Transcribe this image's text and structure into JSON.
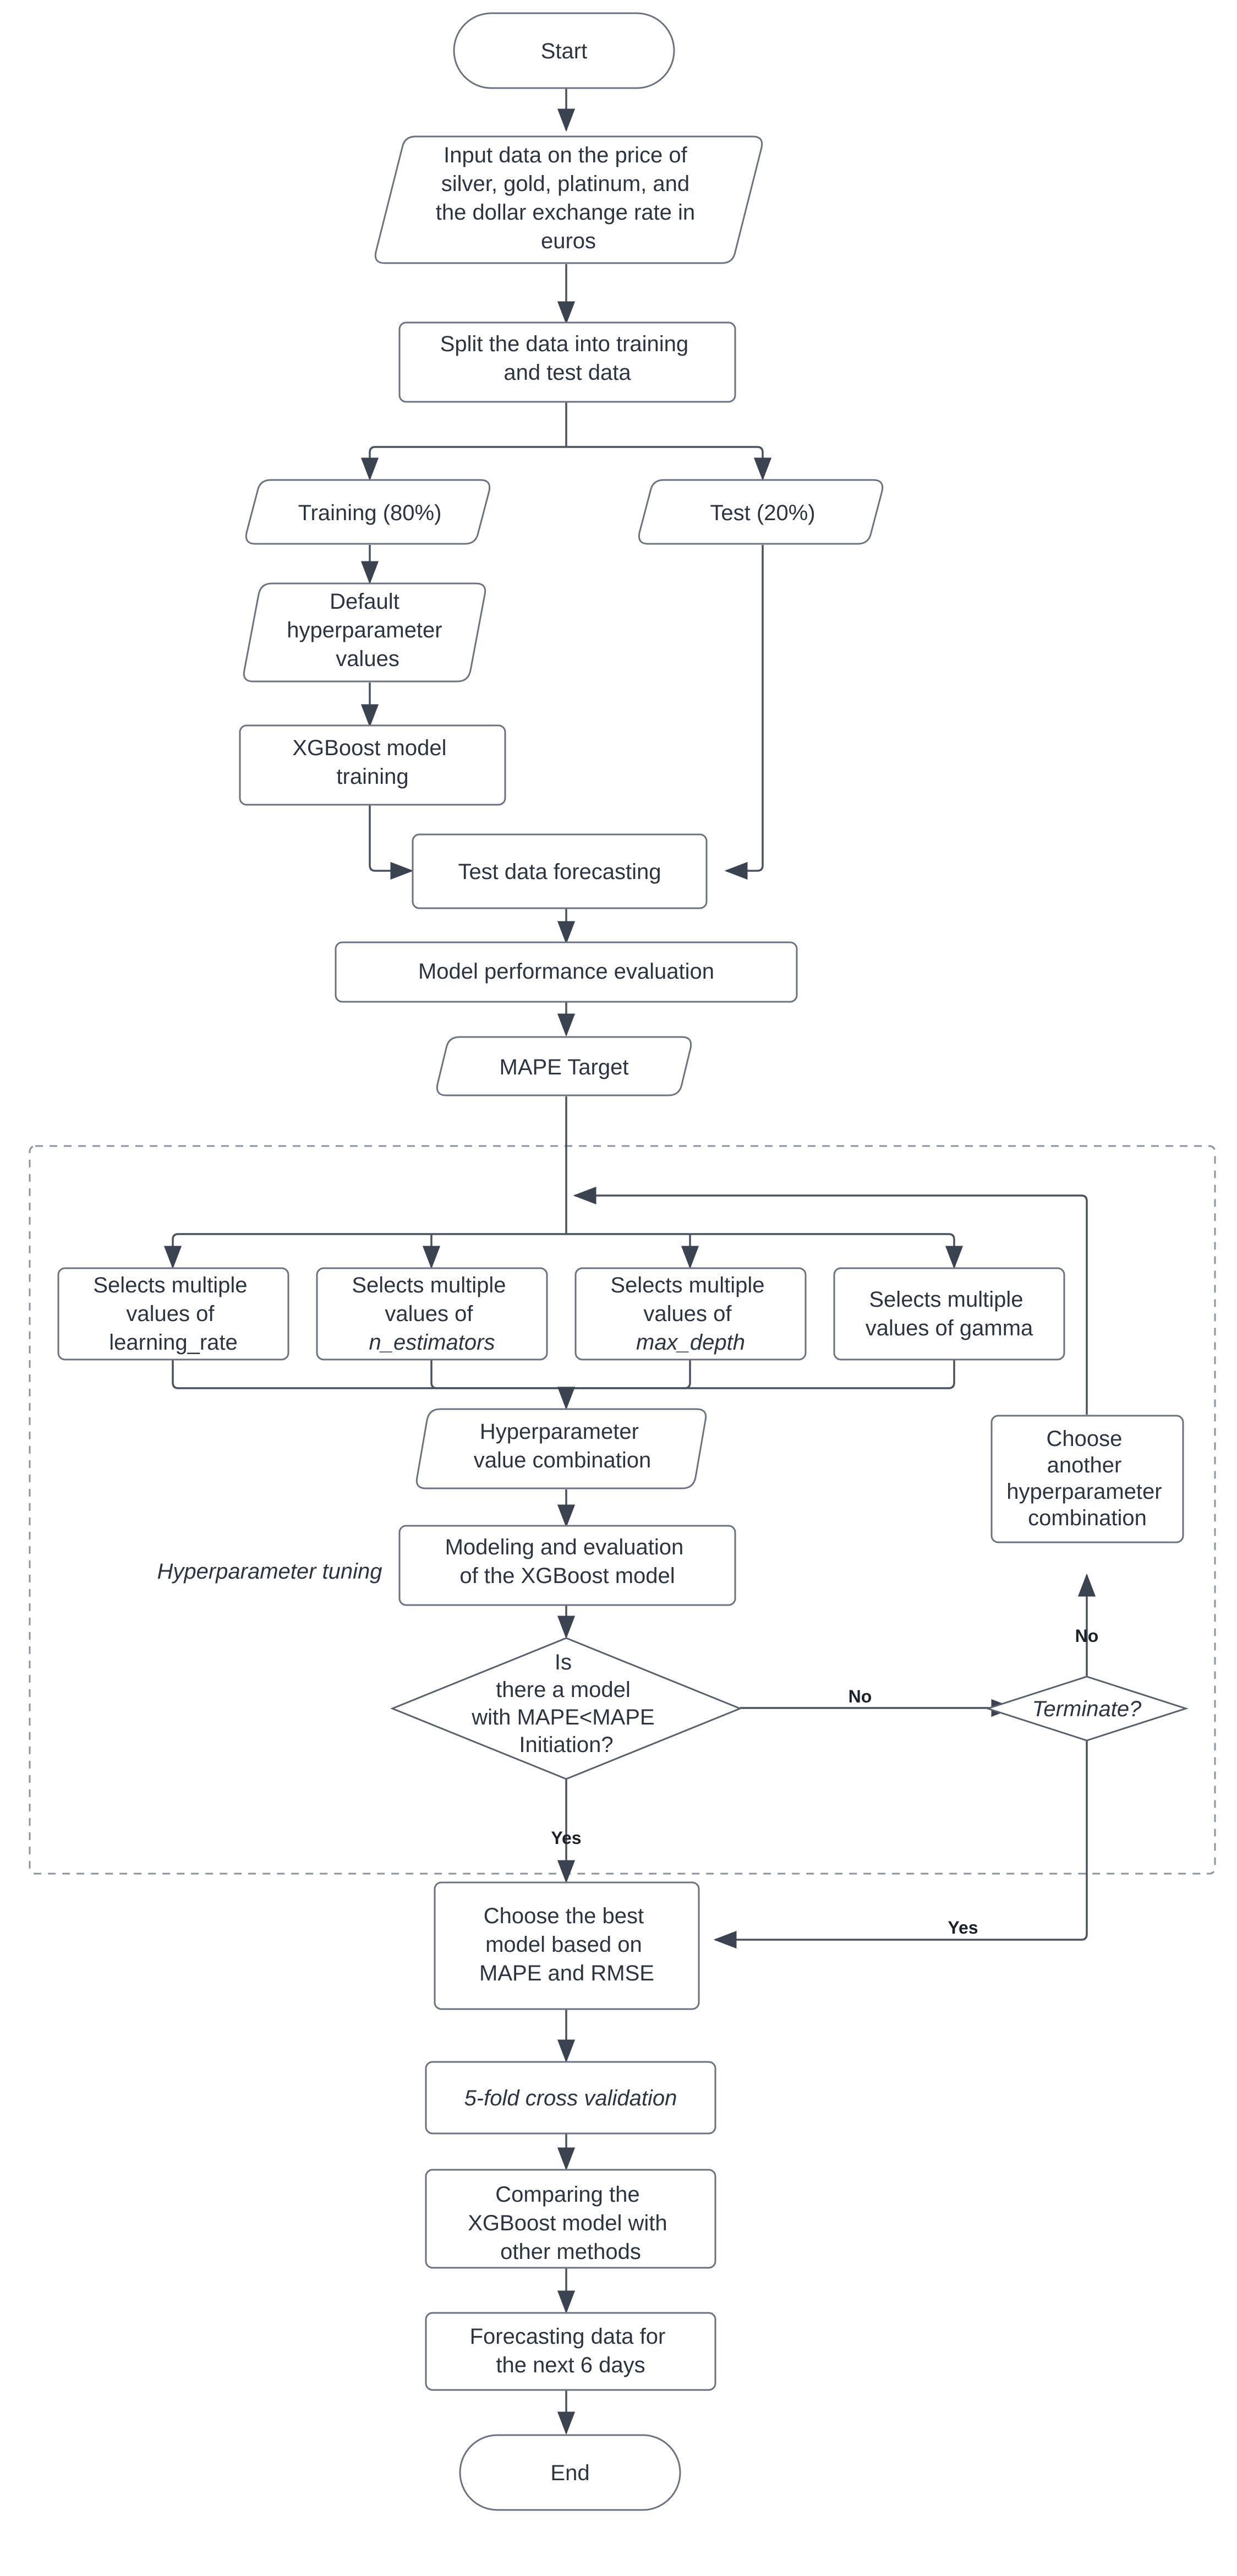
{
  "diagram": {
    "title": "XGBoost precious metal price forecasting flowchart",
    "colors": {
      "node_border": "#6b7280",
      "node_fill": "#ffffff",
      "text": "#2b3440",
      "edge": "#4a5260",
      "group_border": "#8b93a1"
    },
    "group": {
      "label": "Hyperparameter tuning"
    },
    "nodes": {
      "start": "Start",
      "input_data": "Input data on the price of silver, gold, platinum, and the dollar exchange rate in euros",
      "input_data_lines": [
        "Input data on the price of",
        "silver, gold, platinum, and",
        "the dollar exchange rate in",
        "euros"
      ],
      "split": "Split the data into training and test data",
      "split_lines": [
        "Split the data into training",
        "and test data"
      ],
      "training": "Training (80%)",
      "test": "Test (20%)",
      "default_hp": "Default hyperparameter values",
      "default_hp_lines": [
        "Default",
        "hyperparameter",
        "values"
      ],
      "xgb_training": "XGBoost model training",
      "xgb_training_lines": [
        "XGBoost model",
        "training"
      ],
      "test_forecast": "Test data forecasting",
      "model_eval": "Model performance evaluation",
      "mape_target": "MAPE Target",
      "select_lr_lines": [
        "Selects multiple",
        "values of",
        "learning_rate"
      ],
      "select_ne_lines": [
        "Selects multiple",
        "values of",
        "n_estimators"
      ],
      "select_md_lines": [
        "Selects multiple",
        "values of",
        "max_depth"
      ],
      "select_gamma_lines": [
        "Selects multiple",
        "values of gamma"
      ],
      "hp_combo_lines": [
        "Hyperparameter",
        "value combination"
      ],
      "modeling_eval_lines": [
        "Modeling and evaluation",
        "of the XGBoost model"
      ],
      "decision_mape_lines": [
        "Is",
        "there a model",
        "with MAPE<MAPE",
        "Initiation?"
      ],
      "terminate": "Terminate?",
      "choose_another_lines": [
        "Choose",
        "another",
        "hyperparameter",
        "combination"
      ],
      "choose_best_lines": [
        "Choose the best",
        "model based on",
        "MAPE and RMSE"
      ],
      "cross_validation": "5-fold cross validation",
      "compare_lines": [
        "Comparing the",
        "XGBoost model with",
        "other methods"
      ],
      "forecast_lines": [
        "Forecasting data for",
        "the next 6 days"
      ],
      "end": "End"
    },
    "edge_labels": {
      "yes_mape": "Yes",
      "no_mape": "No",
      "no_terminate": "No",
      "yes_terminate": "Yes"
    },
    "italic_tokens": [
      "n_estimators",
      "max_depth",
      "gamma",
      "Terminate?",
      "Hyperparameter tuning",
      "fold cross validation"
    ]
  }
}
